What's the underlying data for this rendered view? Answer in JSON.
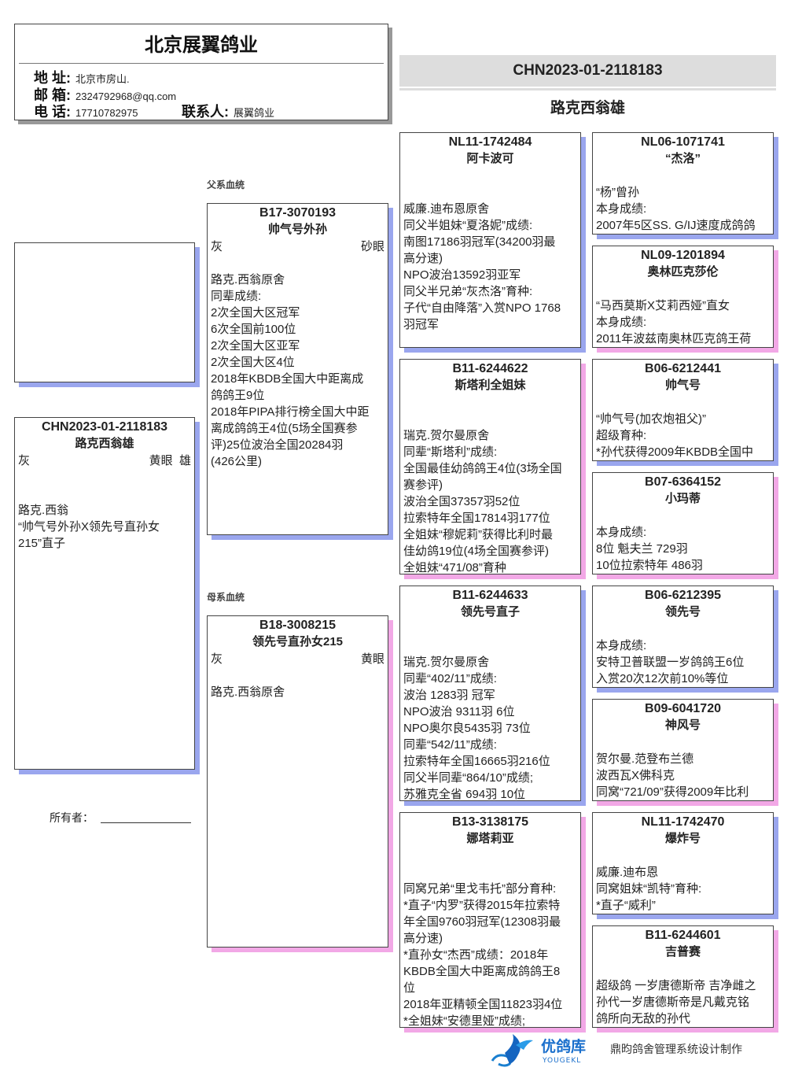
{
  "header": {
    "company": "北京展翼鸽业",
    "address_label": "地 址:",
    "address": "北京市房山.",
    "email_label": "邮 箱:",
    "email": "2324792968@qq.com",
    "phone_label": "电 话:",
    "phone": "17710782975",
    "contact_label": "联系人:",
    "contact": "展翼鸽业"
  },
  "title": {
    "ring": "CHN2023-01-2118183",
    "name": "路克西翁雄"
  },
  "labels": {
    "sire_line": "父系血统",
    "dam_line": "母系血统",
    "owner": "所有者："
  },
  "colors": {
    "male_shadow": "#9aa6ee",
    "female_shadow": "#f2a8e6"
  },
  "subject": {
    "ring": "CHN2023-01-2118183",
    "name": "路克西翁雄",
    "color": "灰",
    "eye": "黄眼",
    "sex": "雄",
    "lines": [
      "路克.西翁",
      "“帅气号外孙X领先号直孙女",
      "215”直子"
    ]
  },
  "sire": {
    "ring": "B17-3070193",
    "name": "帅气号外孙",
    "color": "灰",
    "eye": "砂眼",
    "lines": [
      "路克.西翁原舍",
      "同辈成绩:",
      "2次全国大区冠军",
      "6次全国前100位",
      "2次全国大区亚军",
      "2次全国大区4位",
      "2018年KBDB全国大中距离成",
      "鸽鸽王9位",
      "2018年PIPA排行榜全国大中距",
      "离成鸽鸽王4位(5场全国赛参",
      "评)25位波治全国20284羽",
      "(426公里)"
    ]
  },
  "dam": {
    "ring": "B18-3008215",
    "name": "领先号直孙女215",
    "color": "灰",
    "eye": "黄眼",
    "lines": [
      "路克.西翁原舍"
    ]
  },
  "grandparents": [
    {
      "ring": "NL11-1742484",
      "name": "阿卡波可",
      "sex": "m",
      "lines": [
        "威廉.迪布恩原舍",
        "同父半姐妹“夏洛妮”成绩:",
        "南图17186羽冠军(34200羽最",
        "高分速)",
        "NPO波治13592羽亚军",
        "同父半兄弟“灰杰洛”育种:",
        "子代“自由降落”入赏NPO 1768",
        "羽冠军"
      ]
    },
    {
      "ring": "B11-6244622",
      "name": "斯塔利全姐妹",
      "sex": "f",
      "lines": [
        "瑞克.贺尔曼原舍",
        "同辈“斯塔利”成绩:",
        "全国最佳幼鸽鸽王4位(3场全国",
        "赛参评)",
        "波治全国37357羽52位",
        "拉索特年全国17814羽177位",
        "全姐妹“穆妮莉”获得比利时最",
        "佳幼鸽19位(4场全国赛参评)",
        "全姐妹“471/08”育种"
      ]
    },
    {
      "ring": "B11-6244633",
      "name": "领先号直子",
      "sex": "m",
      "lines": [
        "瑞克.贺尔曼原舍",
        "同辈“402/11”成绩:",
        "波治 1283羽 冠军",
        "NPO波治 9311羽 6位",
        "NPO奥尔良5435羽 73位",
        "同辈“542/11”成绩:",
        "拉索特年全国16665羽216位",
        "同父半同辈“864/10”成绩;",
        "苏雅克全省 694羽 10位"
      ]
    },
    {
      "ring": "B13-3138175",
      "name": "娜塔莉亚",
      "sex": "f",
      "lines": [
        "同窝兄弟“里戈韦托”部分育种:",
        "*直子“内罗”获得2015年拉索特",
        "年全国9760羽冠军(12308羽最",
        "高分速)",
        "*直孙女“杰西”成绩：2018年",
        "KBDB全国大中距离成鸽鸽王8",
        "位",
        "2018年亚精顿全国11823羽4位",
        "*全姐妹“安德里娅”成绩;"
      ]
    }
  ],
  "great_grandparents": [
    {
      "ring": "NL06-1071741",
      "name": "“杰洛”",
      "sex": "m",
      "lines": [
        "“杨”曾孙",
        "本身成绩:",
        "2007年5区SS. G/IJ速度成鸽鸽"
      ]
    },
    {
      "ring": "NL09-1201894",
      "name": "奥林匹克莎伦",
      "sex": "f",
      "lines": [
        "“马西莫斯X艾莉西娅”直女",
        "本身成绩:",
        "2011年波兹南奥林匹克鸽王荷"
      ]
    },
    {
      "ring": "B06-6212441",
      "name": "帅气号",
      "sex": "m",
      "lines": [
        "“帅气号(加农炮祖父)”",
        "超级育种:",
        "*孙代获得2009年KBDB全国中"
      ]
    },
    {
      "ring": "B07-6364152",
      "name": "小玛蒂",
      "sex": "f",
      "lines": [
        "本身成绩:",
        "8位 魁夫兰 729羽",
        "10位拉索特年 486羽"
      ]
    },
    {
      "ring": "B06-6212395",
      "name": "领先号",
      "sex": "m",
      "lines": [
        "本身成绩:",
        "安特卫普联盟一岁鸽鸽王6位",
        "入赏20次12次前10%等位"
      ]
    },
    {
      "ring": "B09-6041720",
      "name": "神风号",
      "sex": "f",
      "lines": [
        "贺尔曼.范登布兰德",
        "波西瓦X佛科克",
        "同窝“721/09”获得2009年比利"
      ]
    },
    {
      "ring": "NL11-1742470",
      "name": "爆炸号",
      "sex": "m",
      "lines": [
        "威廉.迪布恩",
        "同窝姐妹“凯特”育种:",
        "*直子“威利”"
      ]
    },
    {
      "ring": "B11-6244601",
      "name": "吉普赛",
      "sex": "f",
      "lines": [
        "超级鸽 一岁唐德斯帝 吉净雌之",
        "孙代一岁唐德斯帝是凡戴克铭",
        "鸽所向无敌的孙代"
      ]
    }
  ],
  "footer": {
    "logo_cn": "优鸽库",
    "logo_en": "YOUGEKL",
    "credit": "鼎昀鸽舍管理系统设计制作"
  }
}
